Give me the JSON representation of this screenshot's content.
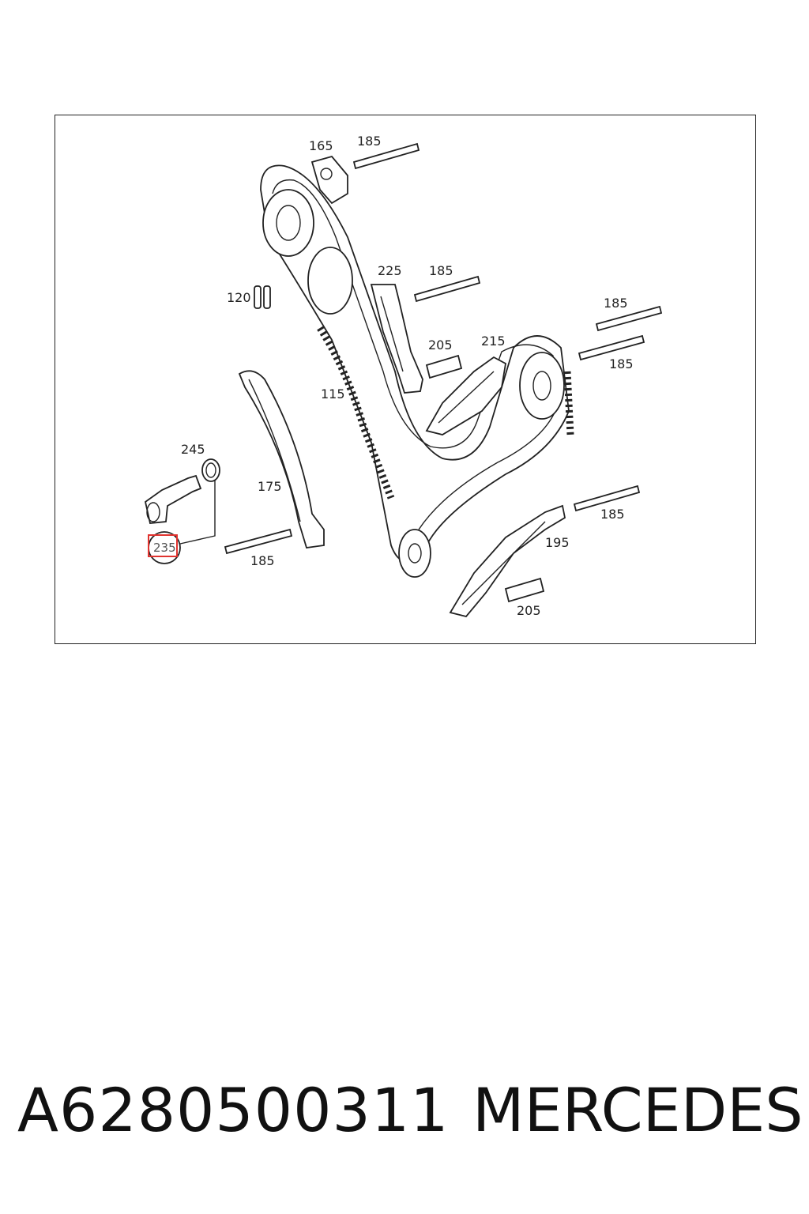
{
  "diagram": {
    "callouts": {
      "c165": "165",
      "c185_a": "185",
      "c225": "225",
      "c185_b": "185",
      "c120": "120",
      "c185_c": "185",
      "c205_a": "205",
      "c215": "215",
      "c185_d": "185",
      "c115": "115",
      "c245": "245",
      "c175": "175",
      "c185_e": "185",
      "c235": "235",
      "c185_f": "185",
      "c195": "195",
      "c205_b": "205"
    },
    "highlighted_part": "235",
    "highlight_color": "#e0332f"
  },
  "footer": {
    "part_number": "A6280500311",
    "brand": "MERCEDES"
  }
}
